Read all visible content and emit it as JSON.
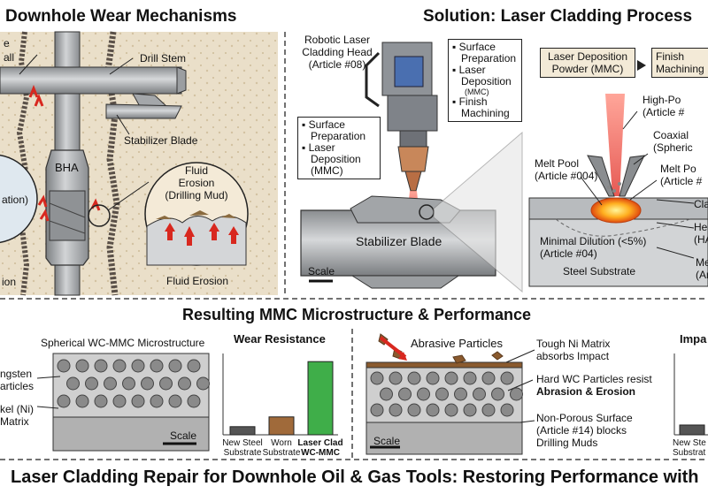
{
  "panels": {
    "wear_title": "Downhole Wear Mechanisms",
    "solution_title": "Solution: Laser Cladding Process",
    "microstructure_title": "Resulting MMC Microstructure & Performance",
    "footer_title": "Laser Cladding Repair for Downhole Oil & Gas Tools: Restoring Performance with"
  },
  "wear": {
    "wall_label_line1": "e",
    "wall_label_line2": "all",
    "drill_stem": "Drill Stem",
    "stabilizer_blade": "Stabilizer Blade",
    "bha": "BHA",
    "fluid_erosion_title_l1": "Fluid",
    "fluid_erosion_title_l2": "Erosion",
    "fluid_erosion_title_l3": "(Drilling Mud)",
    "fluid_erosion_caption": "Fluid Erosion",
    "left_circle_text": "ation)",
    "left_bottom_text": "ion"
  },
  "solution": {
    "robotic_head_l1": "Robotic Laser",
    "robotic_head_l2": "Cladding Head",
    "robotic_head_l3": "(Article #08)",
    "steps_right": [
      "Surface",
      "Preparation",
      "Laser",
      "Deposition",
      "(MMC)",
      "Finish",
      "Machining"
    ],
    "steps_left": [
      "Surface",
      "Preparation",
      "Laser",
      "Deposition",
      "(MMC)"
    ],
    "flow_box1_l1": "Laser Deposition",
    "flow_box1_l2": "Powder  (MMC)",
    "flow_box2_l1": "Finish",
    "flow_box2_l2": "Machining",
    "stabilizer_blade": "Stabilizer Blade",
    "scale": "Scale",
    "high_power_l1": "High-Po",
    "high_power_l2": "(Article #",
    "coaxial_l1": "Coaxial",
    "coaxial_l2": "(Spheric",
    "melt_pool_right_l1": "Melt Po",
    "melt_pool_right_l2": "(Article #",
    "melt_pool_left_l1": "Melt Pool",
    "melt_pool_left_l2": "(Article #004)",
    "cla": "Cla",
    "he_l1": "He",
    "he_l2": "(HA",
    "minimal_dilution_l1": "Minimal Dilution (<5%)",
    "minimal_dilution_l2": "(Article #04)",
    "me_l1": "Me",
    "me_l2": "(Ar",
    "steel_substrate": "Steel Substrate"
  },
  "micro": {
    "spherical_title": "Spherical WC-MMC Microstructure",
    "tungsten_l1": "ngsten",
    "tungsten_l2": "articles",
    "nickel_l1": "kel (Ni)",
    "nickel_l2": "Matrix",
    "scale": "Scale",
    "abrasive_particles": "Abrasive Particles",
    "tough_ni_l1": "Tough Ni Matrix",
    "tough_ni_l2": "absorbs Impact",
    "hard_wc_l1": "Hard WC Particles resist",
    "hard_wc_l2": "Abrasion & Erosion",
    "non_porous_l1": "Non-Porous Surface",
    "non_porous_l2": "(Article #14) blocks",
    "non_porous_l3": "Drilling Muds",
    "impact_title": "Impa",
    "impact_cat_l1": "New Ste",
    "impact_cat_l2": "Substrat"
  },
  "chart_data": [
    {
      "type": "bar",
      "title": "Wear Resistance",
      "categories": [
        "New Steel Substrate",
        "Worn Substrate",
        "Laser Clad WC-MMC"
      ],
      "category_lines": [
        [
          "New Steel",
          "Substrate"
        ],
        [
          "Worn",
          "Substrate"
        ],
        [
          "Laser Clad",
          "WC-MMC"
        ]
      ],
      "values": [
        1,
        2.2,
        9
      ],
      "ylim": [
        0,
        10
      ],
      "colors": [
        "#555555",
        "#a06a3a",
        "#3fae49"
      ]
    },
    {
      "type": "bar",
      "title": "Impa",
      "categories": [
        "New Ste Substrat"
      ],
      "values": [
        1.2
      ],
      "ylim": [
        0,
        10
      ],
      "colors": [
        "#555555"
      ]
    }
  ],
  "colors": {
    "rock": "#e9dcc4",
    "steel": "#a9acaf",
    "laser": "#e0322b",
    "arrow_red": "#d8281f",
    "matrix": "#c8c8c8",
    "particle": "#8a8a8a",
    "green": "#3fae49"
  }
}
